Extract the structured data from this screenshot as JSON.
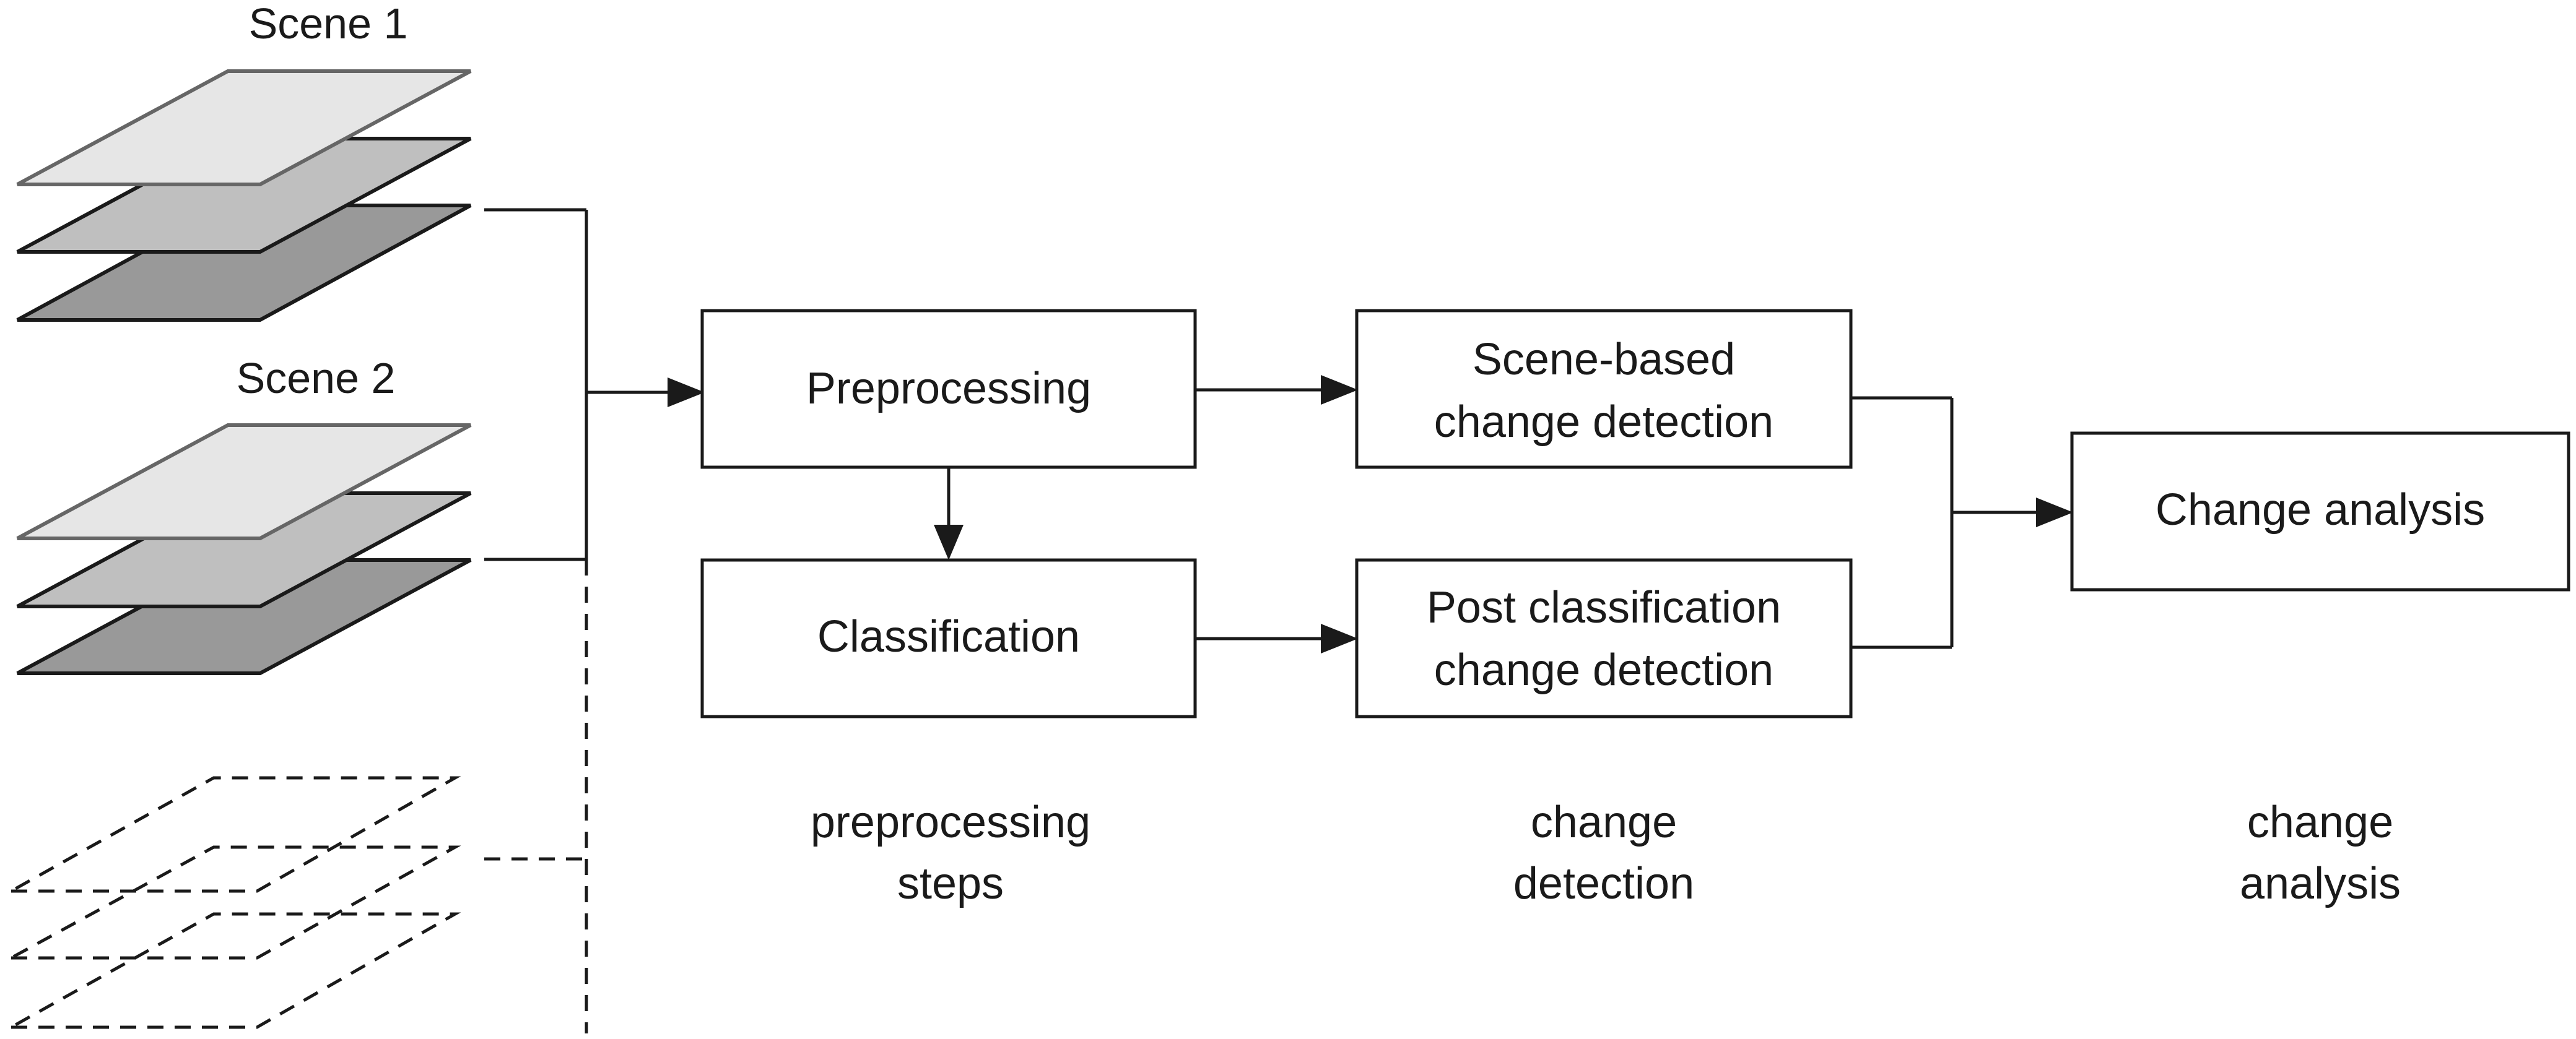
{
  "scenes": [
    {
      "label": "Scene 1"
    },
    {
      "label": "Scene 2"
    }
  ],
  "layer_colors": {
    "top": "#e6e6e6",
    "middle": "#bfbfbf",
    "bottom": "#999999"
  },
  "boxes": {
    "preprocessing": {
      "lines": [
        "Preprocessing"
      ]
    },
    "classification": {
      "lines": [
        "Classification"
      ]
    },
    "scene_based": {
      "lines": [
        "Scene-based",
        "change detection"
      ]
    },
    "post_classification": {
      "lines": [
        "Post classification",
        "change detection"
      ]
    },
    "change_analysis": {
      "lines": [
        "Change analysis"
      ]
    }
  },
  "stages": [
    {
      "lines": [
        "preprocessing",
        "steps"
      ]
    },
    {
      "lines": [
        "change",
        "detection"
      ]
    },
    {
      "lines": [
        "change",
        "analysis"
      ]
    }
  ]
}
